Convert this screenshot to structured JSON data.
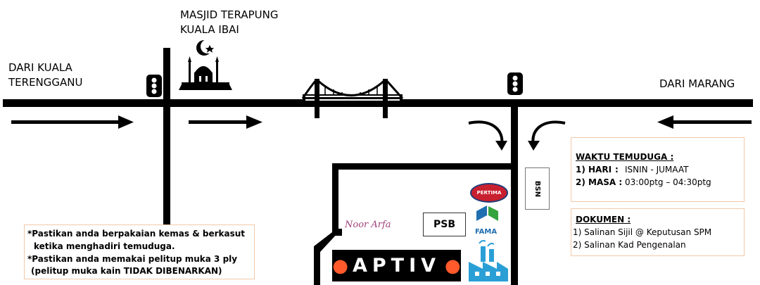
{
  "labels": {
    "mosque": [
      "MASJID TERAPUNG",
      "KUALA IBAI"
    ],
    "from_left": [
      "DARI KUALA",
      "TERENGGANU"
    ],
    "from_right": "DARI MARANG"
  },
  "places": {
    "aptiv": "APTIV",
    "psb": "PSB",
    "bsn": "BSN",
    "noor_arfa": "Noor Arfa",
    "pertima": "PERTIMA",
    "fama": "FAMA"
  },
  "interview": {
    "title": "WAKTU TEMUDUGA :",
    "day_label": "1) HARI",
    "day_sep": ":",
    "day_value": "ISNIN - JUMAAT",
    "time_label": "2) MASA :",
    "time_value": "03:00ptg – 04:30ptg"
  },
  "documents": {
    "title": "DOKUMEN :",
    "items": [
      "1)   Salinan Sijil @ Keputusan SPM",
      "2)   Salinan Kad Pengenalan"
    ]
  },
  "notes": {
    "line1": "*Pastikan anda berpakaian kemas & berkasut",
    "line2": "ketika menghadiri temuduga.",
    "line3": "*Pastikan anda memakai pelitup muka 3 ply",
    "line4": "(pelitup muka kain TIDAK DIBENARKAN)"
  },
  "colors": {
    "road": "#000000",
    "box_border": "#f3c9a8",
    "aptiv_dot": "#ff5a2b",
    "factory": "#2a9fd6",
    "fama_blue": "#1f6fb0",
    "fama_green": "#35a33e",
    "noor_arfa": "#a0427a",
    "pertima_red": "#c8202f"
  },
  "icons": [
    "traffic-light-icon",
    "mosque-icon",
    "bridge-icon",
    "factory-icon",
    "fama-logo",
    "pertima-logo"
  ]
}
